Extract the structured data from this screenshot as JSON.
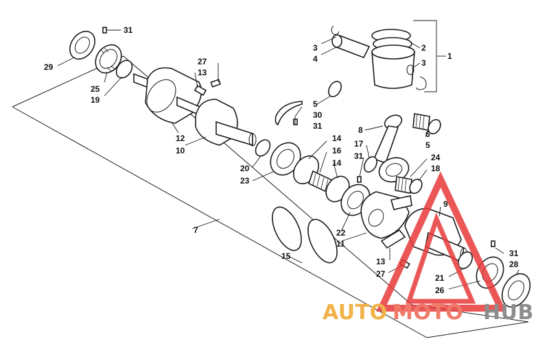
{
  "diagram": {
    "labels": [
      {
        "id": "l31a",
        "text": "31"
      },
      {
        "id": "l29",
        "text": "29"
      },
      {
        "id": "l25",
        "text": "25"
      },
      {
        "id": "l19",
        "text": "19"
      },
      {
        "id": "l27a",
        "text": "27"
      },
      {
        "id": "l13a",
        "text": "13"
      },
      {
        "id": "l12",
        "text": "12"
      },
      {
        "id": "l10",
        "text": "10"
      },
      {
        "id": "l3a",
        "text": "3"
      },
      {
        "id": "l4",
        "text": "4"
      },
      {
        "id": "l2",
        "text": "2"
      },
      {
        "id": "l3b",
        "text": "3"
      },
      {
        "id": "l1",
        "text": "1"
      },
      {
        "id": "l5a",
        "text": "5"
      },
      {
        "id": "l30",
        "text": "30"
      },
      {
        "id": "l31b",
        "text": "31"
      },
      {
        "id": "l8",
        "text": "8"
      },
      {
        "id": "l6",
        "text": "6"
      },
      {
        "id": "l5b",
        "text": "5"
      },
      {
        "id": "l17",
        "text": "17"
      },
      {
        "id": "l31c",
        "text": "31"
      },
      {
        "id": "l14a",
        "text": "14"
      },
      {
        "id": "l16",
        "text": "16"
      },
      {
        "id": "l14b",
        "text": "14"
      },
      {
        "id": "l24",
        "text": "24"
      },
      {
        "id": "l18",
        "text": "18"
      },
      {
        "id": "l20",
        "text": "20"
      },
      {
        "id": "l23",
        "text": "23"
      },
      {
        "id": "l9",
        "text": "9"
      },
      {
        "id": "l7",
        "text": "7"
      },
      {
        "id": "l22",
        "text": "22"
      },
      {
        "id": "l11",
        "text": "11"
      },
      {
        "id": "l15",
        "text": "15"
      },
      {
        "id": "l13b",
        "text": "13"
      },
      {
        "id": "l27b",
        "text": "27"
      },
      {
        "id": "l31d",
        "text": "31"
      },
      {
        "id": "l28",
        "text": "28"
      },
      {
        "id": "l21",
        "text": "21"
      },
      {
        "id": "l26",
        "text": "26"
      }
    ]
  },
  "watermark": {
    "part1": "AUTO",
    "part2": "MOTO",
    "part3": "HUB",
    "color_auto": "#f2b24a",
    "color_moto": "#f07a6a",
    "color_hub": "#8d8d8d",
    "logo_color": "#e83a3a"
  }
}
